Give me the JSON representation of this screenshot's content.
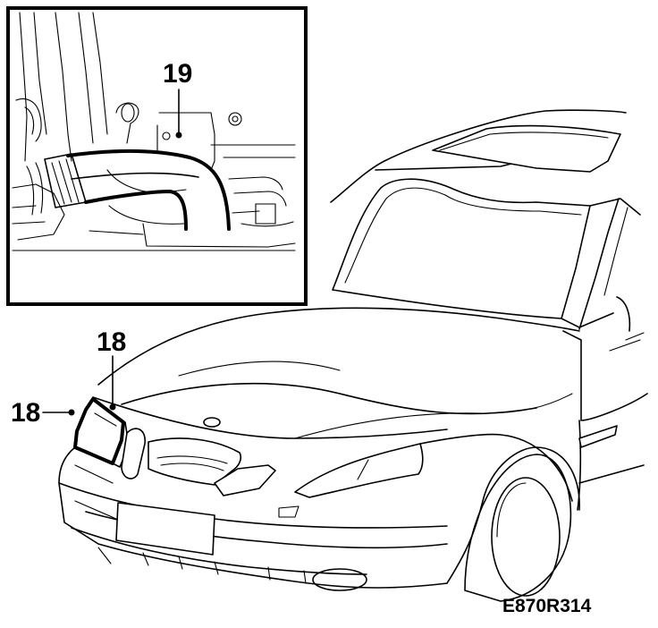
{
  "diagram": {
    "figure_id": "E870R314",
    "inset": {
      "callout": "19"
    },
    "callouts": [
      {
        "label": "18",
        "target": "headlamp-lens-top"
      },
      {
        "label": "18",
        "target": "headlamp-lens-side"
      }
    ]
  },
  "colors": {
    "line": "#000000",
    "background": "#ffffff"
  }
}
